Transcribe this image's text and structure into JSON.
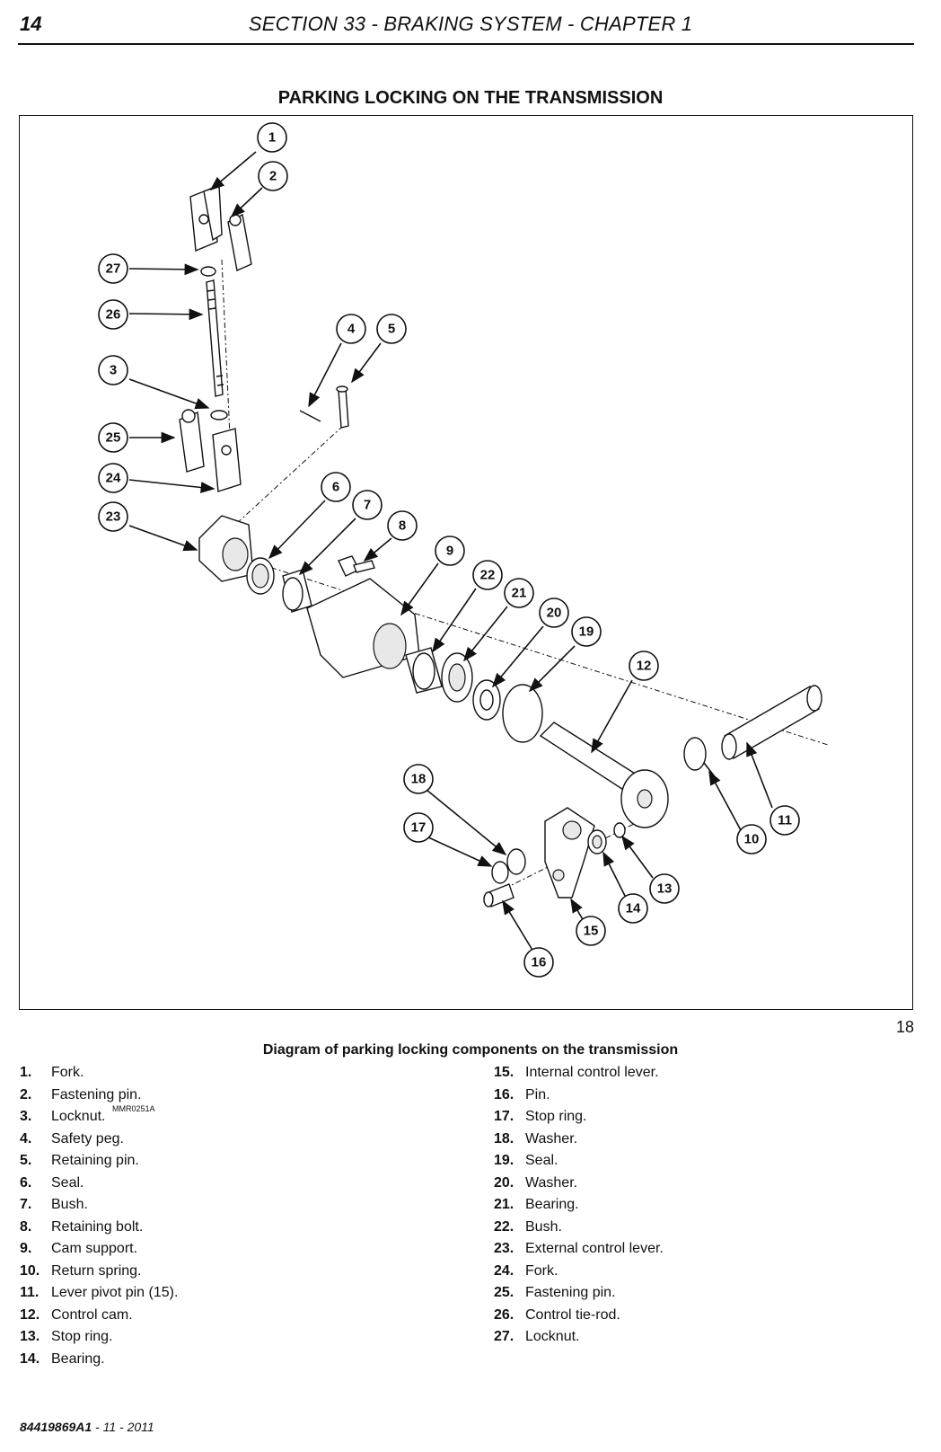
{
  "header": {
    "page_number": "14",
    "section_title": "SECTION 33 - BRAKING SYSTEM - CHAPTER 1"
  },
  "figure": {
    "title": "PARKING LOCKING ON THE TRANSMISSION",
    "code": "MMR0251A",
    "number": "18",
    "caption": "Diagram of parking locking components on the transmission",
    "callouts": [
      "1",
      "2",
      "27",
      "26",
      "3",
      "25",
      "24",
      "23",
      "4",
      "5",
      "6",
      "7",
      "8",
      "9",
      "22",
      "21",
      "20",
      "19",
      "12",
      "18",
      "17",
      "11",
      "10",
      "13",
      "14",
      "15",
      "16"
    ]
  },
  "legend": {
    "left": [
      {
        "num": "1.",
        "text": "Fork."
      },
      {
        "num": "2.",
        "text": "Fastening pin."
      },
      {
        "num": "3.",
        "text": "Locknut."
      },
      {
        "num": "4.",
        "text": "Safety peg."
      },
      {
        "num": "5.",
        "text": "Retaining pin."
      },
      {
        "num": "6.",
        "text": "Seal."
      },
      {
        "num": "7.",
        "text": "Bush."
      },
      {
        "num": "8.",
        "text": "Retaining bolt."
      },
      {
        "num": "9.",
        "text": "Cam support."
      },
      {
        "num": "10.",
        "text": "Return spring."
      },
      {
        "num": "11.",
        "text": "Lever pivot pin (15)."
      },
      {
        "num": "12.",
        "text": "Control cam."
      },
      {
        "num": "13.",
        "text": "Stop ring."
      },
      {
        "num": "14.",
        "text": "Bearing."
      }
    ],
    "right": [
      {
        "num": "15.",
        "text": "Internal control lever."
      },
      {
        "num": "16.",
        "text": "Pin."
      },
      {
        "num": "17.",
        "text": "Stop ring."
      },
      {
        "num": "18.",
        "text": "Washer."
      },
      {
        "num": "19.",
        "text": "Seal."
      },
      {
        "num": "20.",
        "text": "Washer."
      },
      {
        "num": "21.",
        "text": "Bearing."
      },
      {
        "num": "22.",
        "text": "Bush."
      },
      {
        "num": "23.",
        "text": "External control lever."
      },
      {
        "num": "24.",
        "text": "Fork."
      },
      {
        "num": "25.",
        "text": "Fastening pin."
      },
      {
        "num": "26.",
        "text": "Control tie-rod."
      },
      {
        "num": "27.",
        "text": "Locknut."
      }
    ]
  },
  "footer": {
    "doc_code": "84419869A1",
    "date": " - 11 - 2011"
  }
}
